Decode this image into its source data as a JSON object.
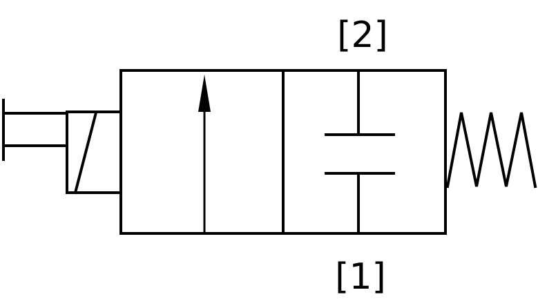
{
  "diagram": {
    "type": "2/2 solenoid valve symbol, spring return",
    "port_labels": {
      "top": "[2]",
      "bottom": "[1]"
    },
    "colors": {
      "stroke": "#000000",
      "background": "#ffffff"
    }
  }
}
